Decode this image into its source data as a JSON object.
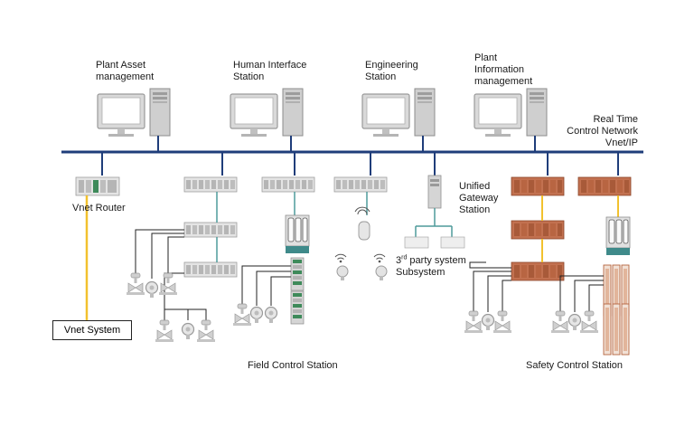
{
  "colors": {
    "bus": "#1f3d7a",
    "vnet_link": "#f2c12e",
    "teal_link": "#4e9a9a",
    "safety_red": "#b5653f",
    "safety_red_dark": "#8a4528",
    "gray_equipment": "#c9c9c9",
    "gray_dark": "#8c8c8c",
    "field_wire": "#222222"
  },
  "labels": {
    "plant_asset": [
      "Plant Asset",
      "management"
    ],
    "human_interface": [
      "Human Interface",
      "Station"
    ],
    "engineering": [
      "Engineering",
      "Station"
    ],
    "plant_information": [
      "Plant",
      "Information",
      "management"
    ],
    "network": [
      "Real Time",
      "Control Network",
      "Vnet/IP"
    ],
    "vnet_router": "Vnet Router",
    "unified_gateway": [
      "Unified",
      "Gateway",
      "Station"
    ],
    "third_party_pre": "3",
    "third_party_sup": "rd",
    "third_party_post": " party system",
    "subsystem": "Subsystem",
    "vnet_system": "Vnet  System",
    "field_control": "Field Control Station",
    "safety_control": "Safety Control Station"
  },
  "icons": {
    "workstation": "desktop-computer-icon",
    "wireless": "wireless-transmitter-icon",
    "valve": "control-valve-icon",
    "gauge": "pressure-transmitter-icon"
  }
}
